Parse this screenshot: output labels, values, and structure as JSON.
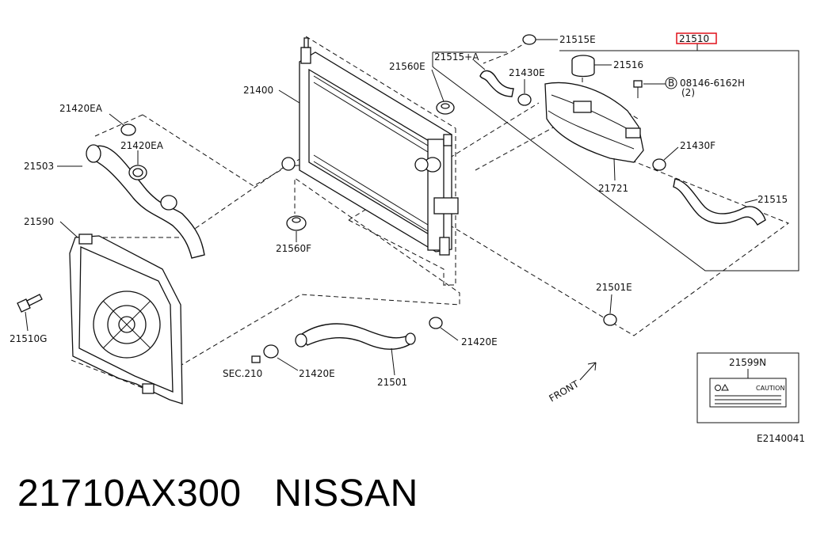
{
  "diagram": {
    "callouts": {
      "c21510": "21510",
      "c21515E": "21515E",
      "c21515A": "21515+A",
      "c21516": "21516",
      "c21560E": "21560E",
      "c21430E": "21430E",
      "c21400": "21400",
      "c08146": "08146-6162H",
      "c08146qty": "(2)",
      "bolt_marker": "B",
      "c21420EA_1": "21420EA",
      "c21420EA_2": "21420EA",
      "c21430F": "21430F",
      "c21503": "21503",
      "c21721": "21721",
      "c21515": "21515",
      "c21590": "21590",
      "c21560F": "21560F",
      "c21501E": "21501E",
      "c21510G": "21510G",
      "c21420E_1": "21420E",
      "c21420E_2": "21420E",
      "cSEC210": "SEC.210",
      "c21501": "21501",
      "c21599N": "21599N",
      "caution": "CAUTION",
      "front": "FRONT",
      "diagram_code": "E2140041"
    },
    "highlight_color": "#e0101a"
  },
  "footer": {
    "text": "21710AX300   NISSAN"
  }
}
